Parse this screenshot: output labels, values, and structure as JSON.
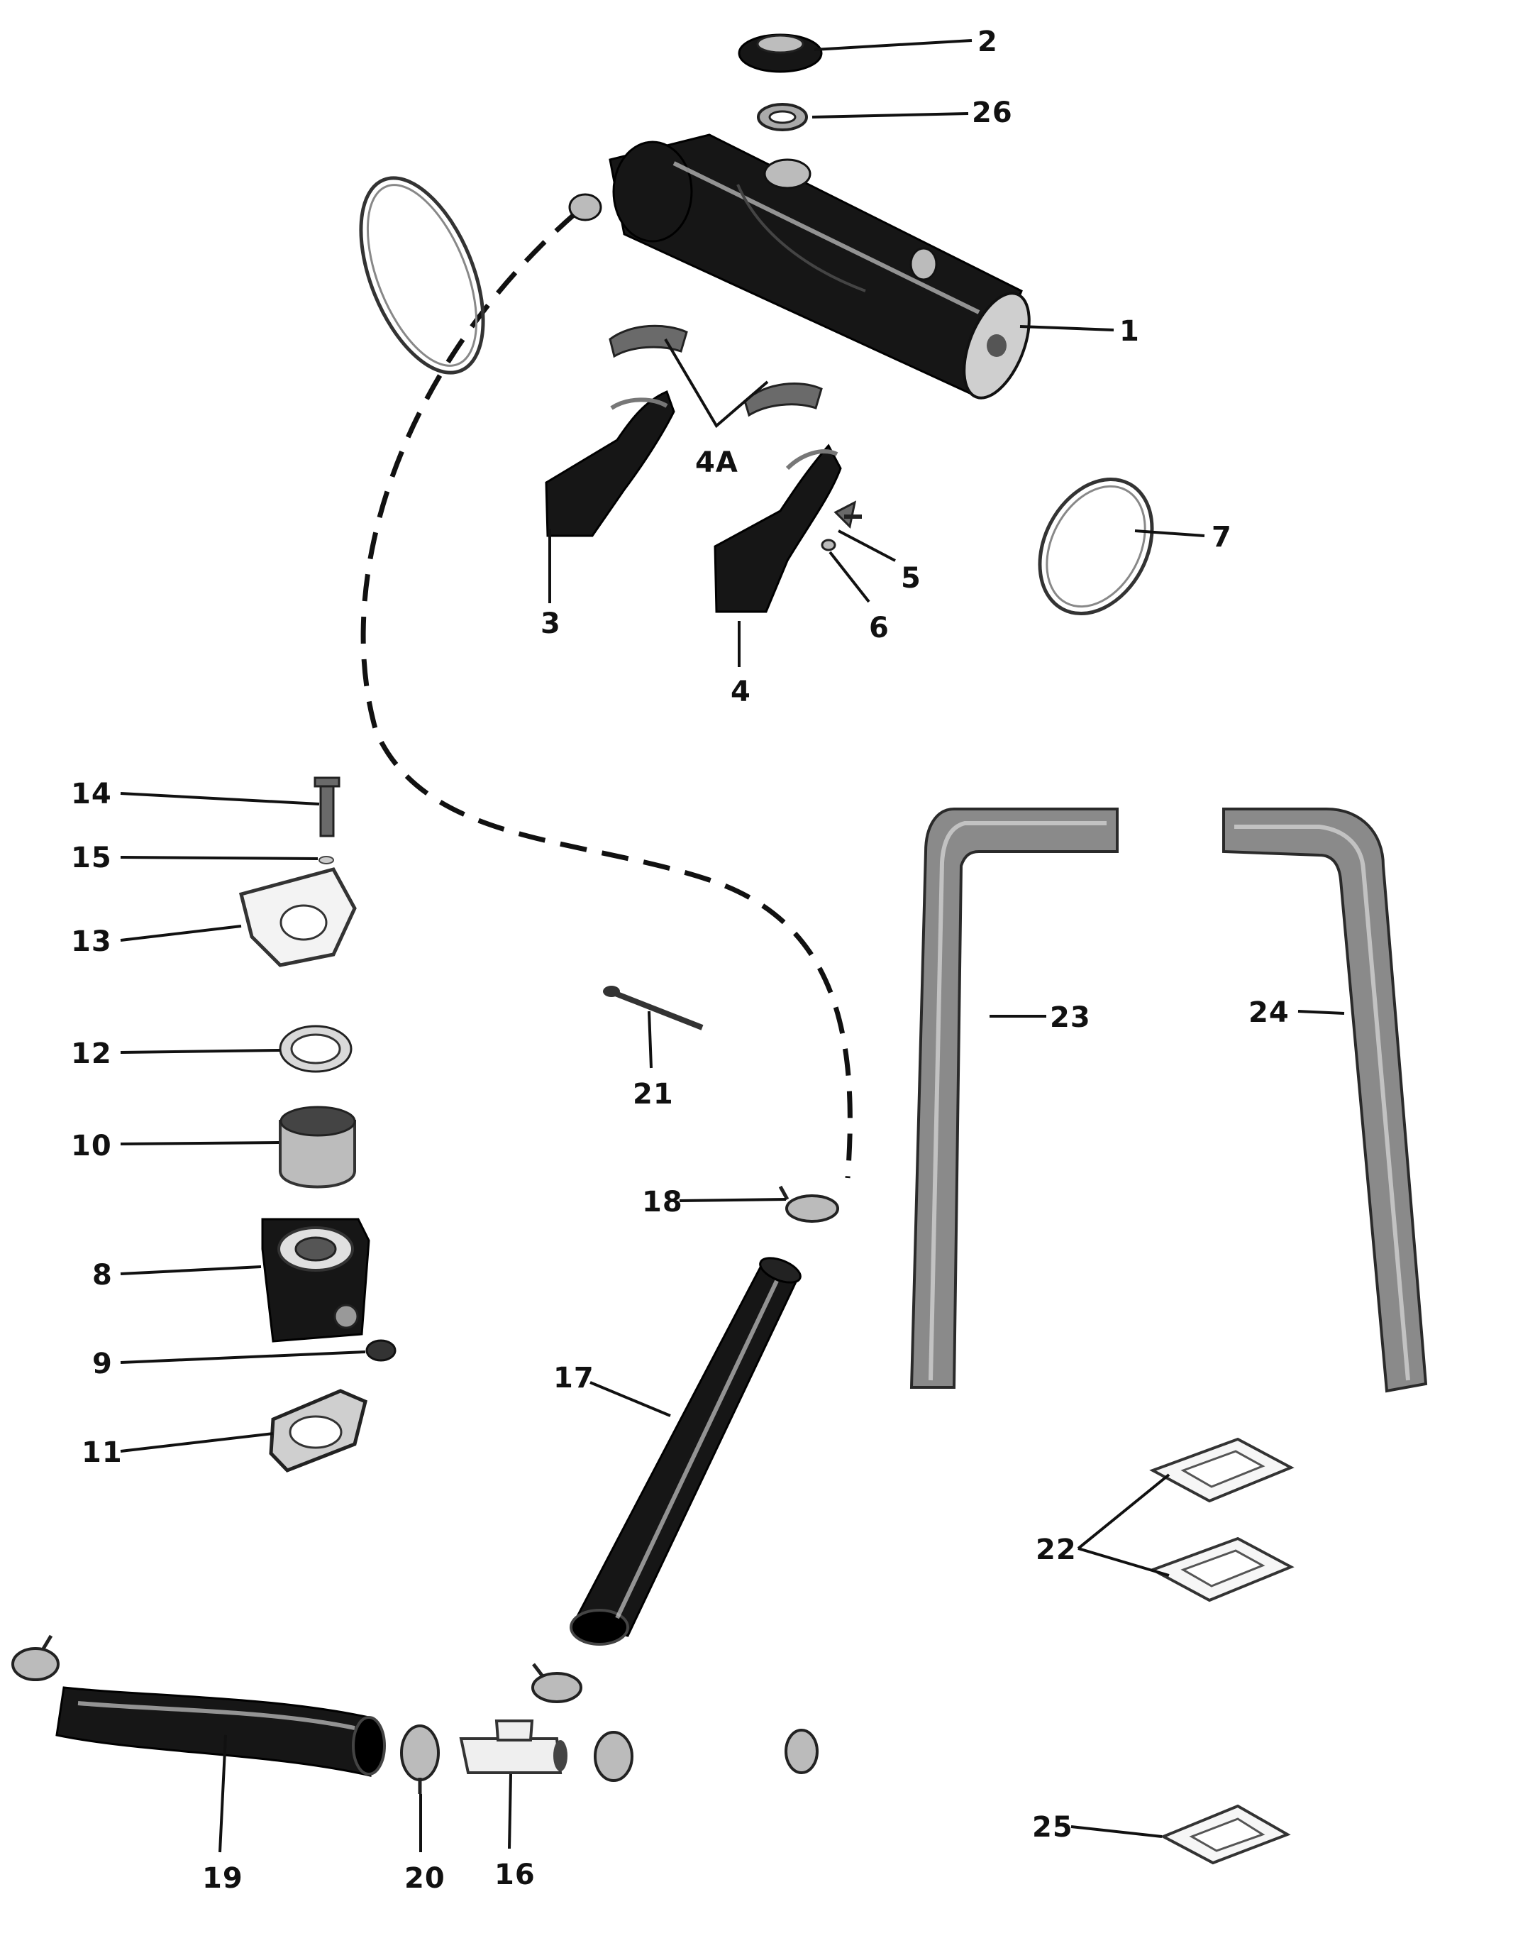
{
  "diagram": {
    "callouts": {
      "p1": "1",
      "p2": "2",
      "p3": "3",
      "p4": "4",
      "p4a": "4A",
      "p5": "5",
      "p6": "6",
      "p7": "7",
      "p8": "8",
      "p9": "9",
      "p10": "10",
      "p11": "11",
      "p12": "12",
      "p13": "13",
      "p14": "14",
      "p15": "15",
      "p16": "16",
      "p17": "17",
      "p18": "18",
      "p19": "19",
      "p20": "20",
      "p21": "21",
      "p22": "22",
      "p23": "23",
      "p24": "24",
      "p25": "25",
      "p26": "26"
    }
  }
}
